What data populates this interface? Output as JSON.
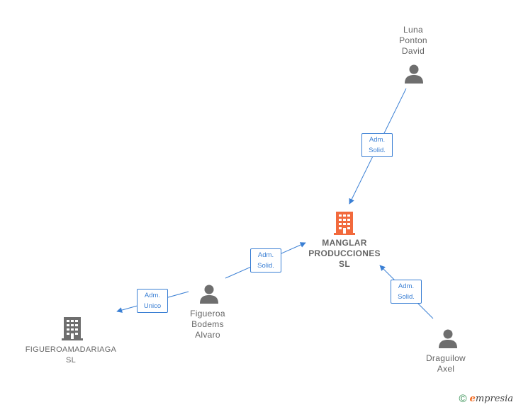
{
  "nodes": {
    "luna": {
      "lines": [
        "Luna",
        "Ponton",
        "David"
      ],
      "type": "person"
    },
    "manglar": {
      "lines": [
        "MANGLAR",
        "PRODUCCIONES",
        "SL"
      ],
      "type": "company-main"
    },
    "figueroa_bodems": {
      "lines": [
        "Figueroa",
        "Bodems",
        "Alvaro"
      ],
      "type": "person"
    },
    "figueroamadariaga": {
      "lines": [
        "FIGUEROAMADARIAGA",
        "SL"
      ],
      "type": "company"
    },
    "draguilow": {
      "lines": [
        "Draguilow",
        "Axel"
      ],
      "type": "person"
    }
  },
  "edges": {
    "luna_manglar": {
      "line1": "Adm.",
      "line2": "Solid."
    },
    "figueroa_manglar": {
      "line1": "Adm.",
      "line2": "Solid."
    },
    "figueroa_figueroamadariaga": {
      "line1": "Adm.",
      "line2": "Unico"
    },
    "draguilow_manglar": {
      "line1": "Adm.",
      "line2": "Solid."
    }
  },
  "colors": {
    "edge": "#3a7fd4",
    "person_icon": "#6e6e6e",
    "company_icon": "#6e6e6e",
    "main_company_icon": "#f26a3d"
  },
  "footer": {
    "copyright_symbol": "©",
    "brand_first": "e",
    "brand_rest": "mpresia"
  }
}
